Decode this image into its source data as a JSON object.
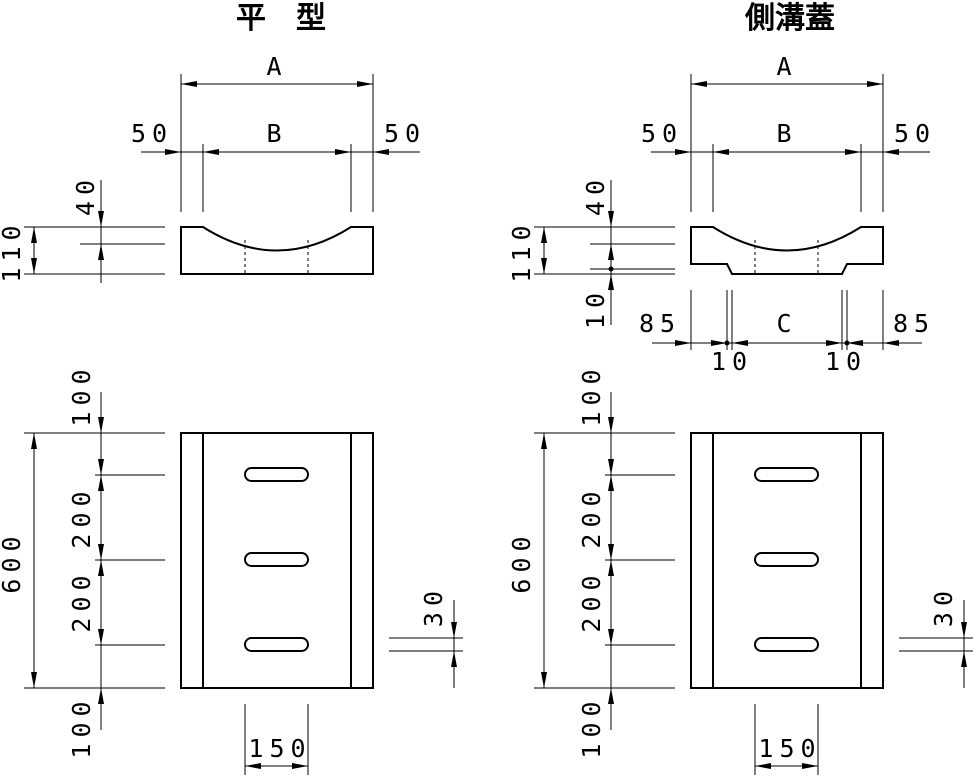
{
  "titles": {
    "left": "平　型",
    "right": "側溝蓋"
  },
  "dims": {
    "a": "A",
    "b": "B",
    "c": "C",
    "d50": "50",
    "d40": "40",
    "d110": "110",
    "d10": "10",
    "d85": "85",
    "d100": "100",
    "d600": "600",
    "d200": "200",
    "d30": "30",
    "d150": "150"
  }
}
